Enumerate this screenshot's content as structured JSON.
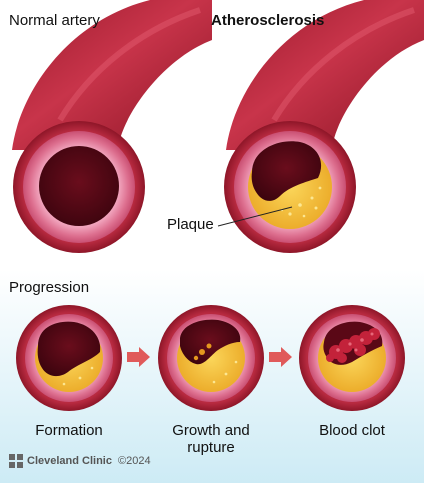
{
  "labels": {
    "normal_artery": "Normal artery",
    "atherosclerosis": "Atherosclerosis",
    "plaque": "Plaque",
    "progression": "Progression"
  },
  "stages": [
    {
      "label_line1": "Formation",
      "label_line2": ""
    },
    {
      "label_line1": "Growth and",
      "label_line2": "rupture"
    },
    {
      "label_line1": "Blood clot",
      "label_line2": ""
    }
  ],
  "footer": {
    "logo_icon": "cleveland-clinic-logo-icon",
    "brand": "Cleveland Clinic",
    "copyright": "©2024"
  },
  "colors": {
    "artery_outer": "#b8283d",
    "artery_dark": "#7a1020",
    "wall_pink": "#e27a98",
    "wall_light": "#f3aac0",
    "lumen_dark": "#4a0612",
    "plaque_yellow": "#f5c33a",
    "plaque_orange": "#e5981e",
    "clot_red": "#c3223a",
    "arrow": "#e05a5a",
    "panel_bg_top": "#ffffff",
    "panel_bg_bottom": "#d3eef6"
  }
}
